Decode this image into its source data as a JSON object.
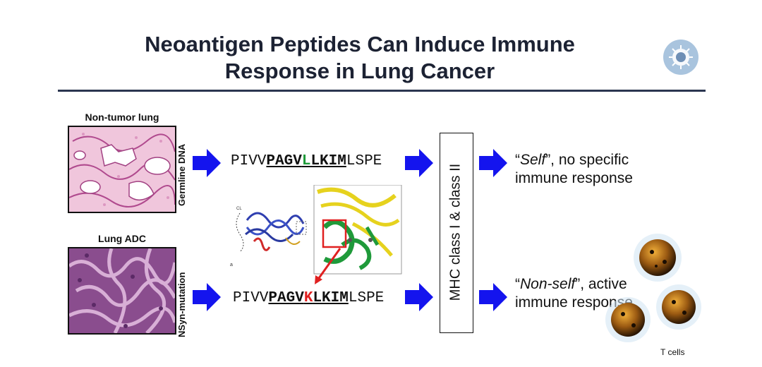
{
  "title": {
    "line1": "Neoantigen Peptides Can Induce Immune",
    "line2": "Response in Lung Cancer"
  },
  "panels": {
    "top": {
      "image_label": "Non-tumor lung",
      "side_label": "Germline DNA"
    },
    "bottom": {
      "image_label": "Lung ADC",
      "side_label": "NSyn-mutation"
    }
  },
  "sequences": {
    "germline": {
      "prefix": "PIVV",
      "core_a": "PAGV",
      "residue": "L",
      "core_b": "LKIM",
      "suffix": "LSPE",
      "residue_color": "#1f9a3a"
    },
    "mutant": {
      "prefix": "PIVV",
      "core_a": "PAGV",
      "residue": "K",
      "core_b": "LKIM",
      "suffix": "LSPE",
      "residue_color": "#e02020"
    }
  },
  "mhc_label": "MHC class I & class II",
  "responses": {
    "self": {
      "quote_open": "“",
      "emph": "Self",
      "rest": "”, no specific",
      "line2": "immune response"
    },
    "nonself": {
      "quote_open": "“",
      "emph": "Non-self",
      "rest": "”, active",
      "line2": "immune response"
    }
  },
  "tcells_label": "T cells",
  "colors": {
    "arrow": "#1414ee",
    "title": "#1c2233",
    "rule": "#2b3650",
    "highlight_red": "#e02020",
    "helix_green": "#1f9a3a",
    "sheet_yellow": "#e6d21e"
  }
}
